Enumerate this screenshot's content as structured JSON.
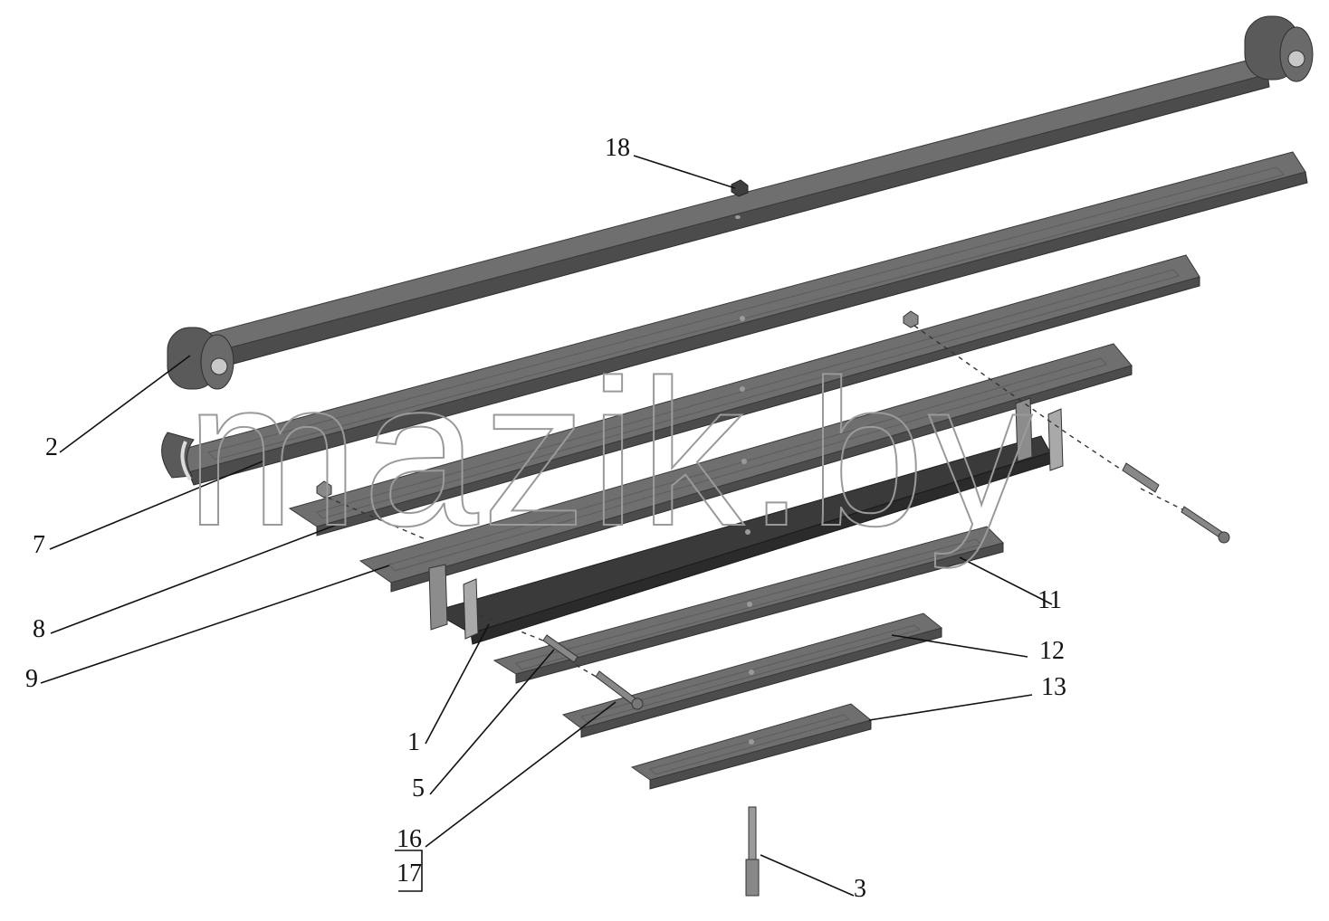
{
  "watermark": "mazik.by",
  "callouts": {
    "c1": "1",
    "c2": "2",
    "c3": "3",
    "c5": "5",
    "c7": "7",
    "c8": "8",
    "c9": "9",
    "c11": "11",
    "c12": "12",
    "c13": "13",
    "c16": "16",
    "c17": "17",
    "c18": "18"
  },
  "colors": {
    "leaf": "#6f6f6f",
    "leaf_edge": "#4c4c4c",
    "line": "#111111"
  }
}
